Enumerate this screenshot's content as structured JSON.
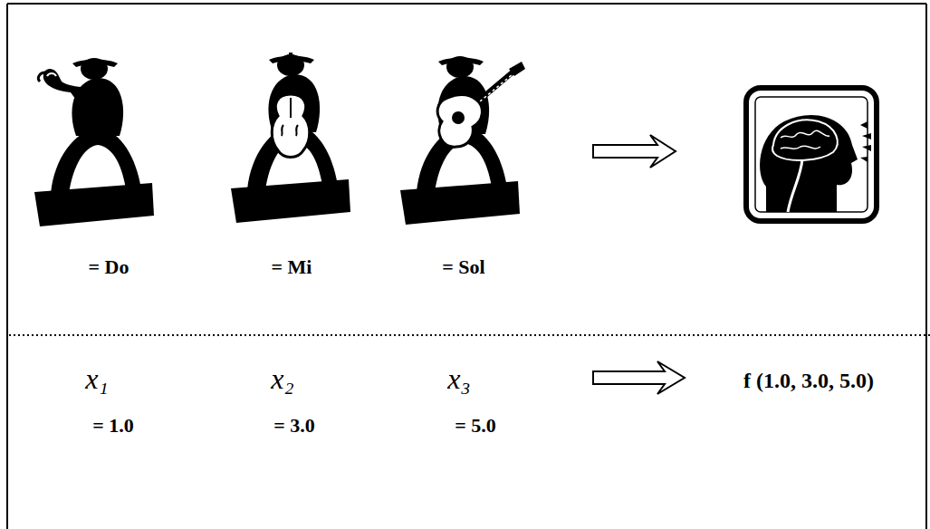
{
  "diagram": {
    "labels": [
      "= Do",
      "= Mi",
      "= Sol",
      "x₁",
      "x₂",
      "x₃",
      "f (1.0, 3.0, 5.0)",
      "= 1.0",
      "= 3.0",
      "= 5.0"
    ]
  }
}
